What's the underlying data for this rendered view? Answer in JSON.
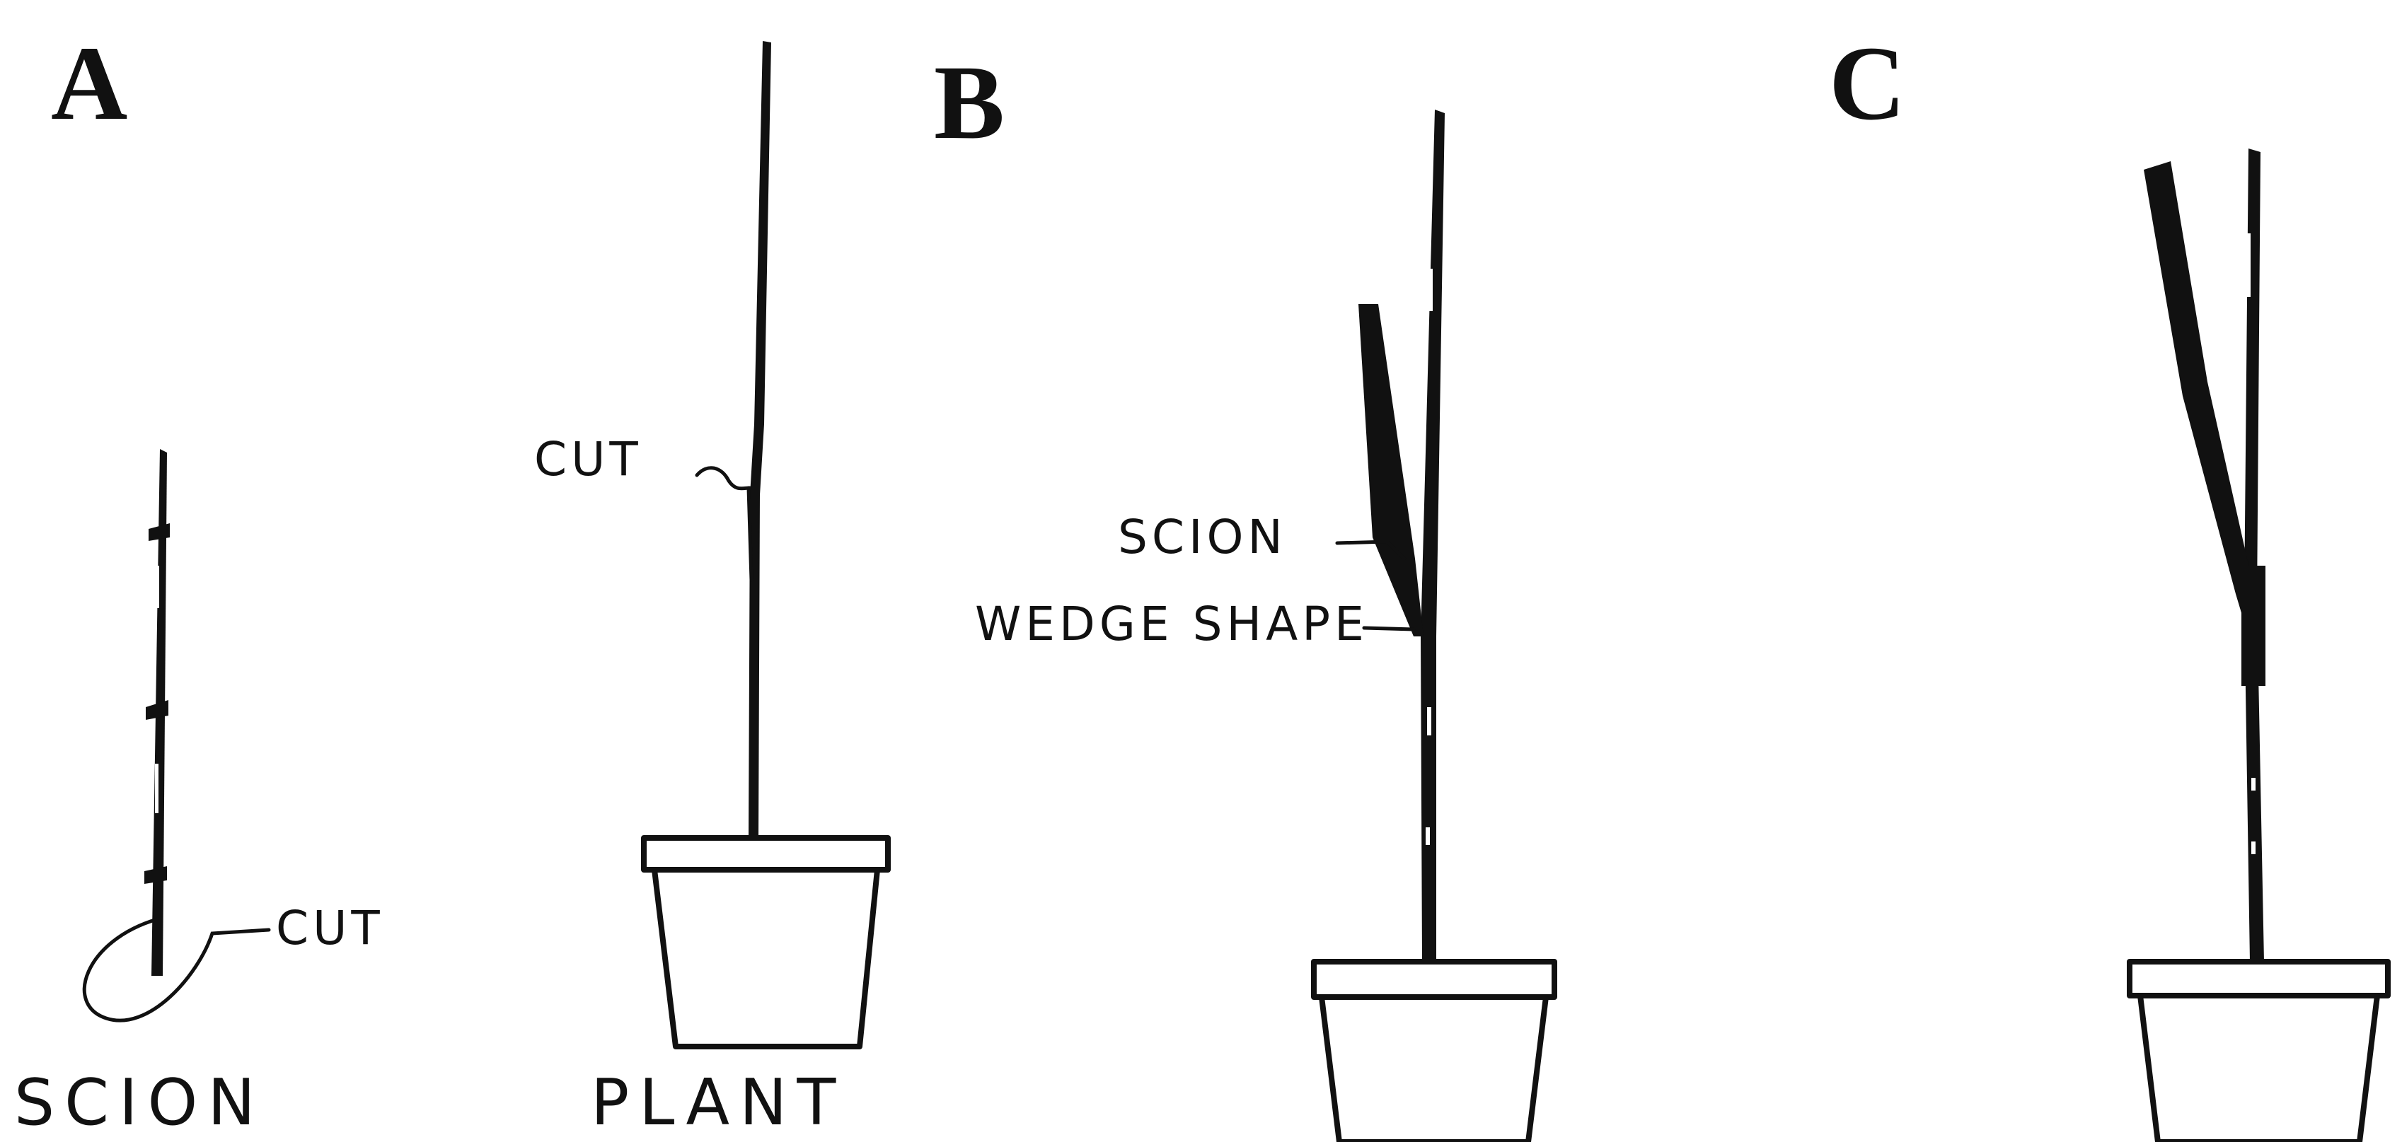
{
  "panels": [
    {
      "letter": "A",
      "labels": {
        "scion_cut": "CUT",
        "scion": "SCION",
        "plant_cut": "CUT",
        "plant": "PLANT"
      }
    },
    {
      "letter": "B",
      "labels": {
        "scion": "SCION",
        "wedge": "WEDGE SHAPE"
      }
    },
    {
      "letter": "C"
    }
  ],
  "colors": {
    "ink": "#111111",
    "paper": "#ffffff"
  }
}
